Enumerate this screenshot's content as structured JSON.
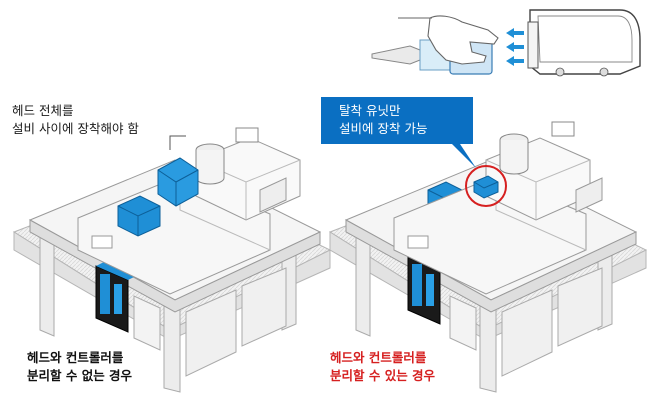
{
  "left_note": {
    "line1": "헤드 전체를",
    "line2": "설비 사이에 장착해야 함"
  },
  "right_callout": {
    "line1": "탈착 유닛만",
    "line2": "설비에 장착 가능"
  },
  "left_caption": {
    "line1": "헤드와 컨트롤러를",
    "line2": "분리할 수 없는 경우"
  },
  "right_caption": {
    "line1": "헤드와 컨트롤러를",
    "line2": "분리할 수 있는 경우"
  },
  "colors": {
    "accent_blue": "#0a6fc2",
    "device_blue": "#1f8fd6",
    "highlight_red": "#d62020",
    "machine_grey": "#e6e6e6",
    "line_grey": "#8c8c8c"
  }
}
